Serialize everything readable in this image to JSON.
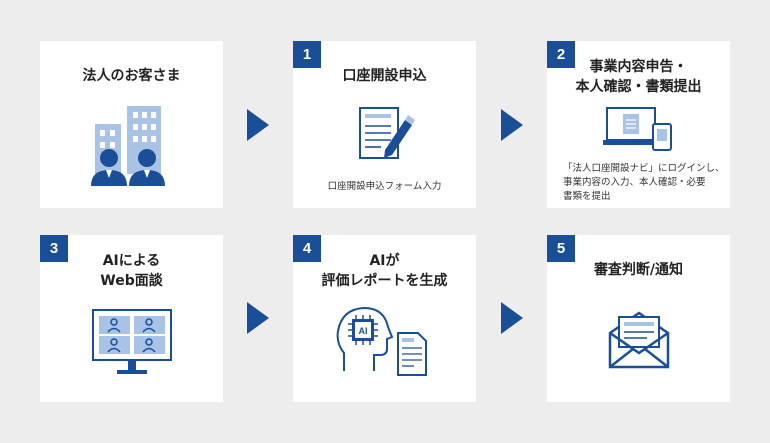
{
  "colors": {
    "accent": "#1a4f98",
    "light": "#a9c3e6",
    "background": "#ededed"
  },
  "cards": {
    "start": {
      "title": "法人のお客さま",
      "icon": "corporate-customer-icon"
    },
    "step1": {
      "number": "1",
      "title": "口座開設申込",
      "description": "口座開設申込フォーム入力",
      "icon": "application-form-icon"
    },
    "step2": {
      "number": "2",
      "title": "事業内容申告・\n本人確認・書類提出",
      "description_lines": [
        "「法人口座開設ナビ」にログインし、",
        "事業内容の入力、本人確認・必要",
        "書類を提出"
      ],
      "icon": "laptop-smartphone-icon"
    },
    "step3": {
      "number": "3",
      "title": "AIによる\nWeb面談",
      "icon": "video-meeting-icon"
    },
    "step4": {
      "number": "4",
      "title": "AIが\n評価レポートを生成",
      "icon": "ai-report-icon"
    },
    "step5": {
      "number": "5",
      "title": "審査判断/通知",
      "icon": "mail-notification-icon"
    }
  }
}
